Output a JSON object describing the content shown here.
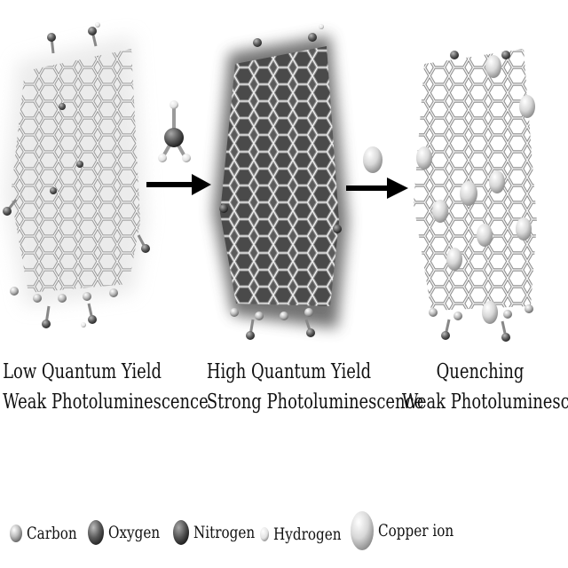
{
  "panels": [
    {
      "id": "gqd",
      "caption_line1": "Low Quantum Yield",
      "caption_line2": "Weak Photoluminescence"
    },
    {
      "id": "ngqd",
      "caption_line1": "High Quantum Yield",
      "caption_line2": "Strong Photoluminescence"
    },
    {
      "id": "quenched",
      "caption_line1": "Quenching",
      "caption_line2": "Weak Photoluminescence"
    }
  ],
  "reagents": [
    {
      "name": "ammonia-molecule-icon"
    },
    {
      "name": "copper-ion-icon"
    }
  ],
  "legend": [
    {
      "label": "Carbon",
      "icon": "carbon-atom-icon",
      "color": "#b9b9b9"
    },
    {
      "label": "Oxygen",
      "icon": "oxygen-atom-icon",
      "color": "#5c5c5c"
    },
    {
      "label": "Nitrogen",
      "icon": "nitrogen-atom-icon",
      "color": "#6e6e6e"
    },
    {
      "label": "Hydrogen",
      "icon": "hydrogen-atom-icon",
      "color": "#e6e6e6"
    },
    {
      "label": "Copper ion",
      "icon": "copper-ion-icon",
      "color": "#d2d2d2"
    }
  ],
  "colors": {
    "bond": "#8a8a8a",
    "bond_highlight": "#f2f2f2",
    "glow_weak": "#d9d9d9",
    "glow_strong": "#6a6a6a",
    "arrow": "#000000"
  }
}
